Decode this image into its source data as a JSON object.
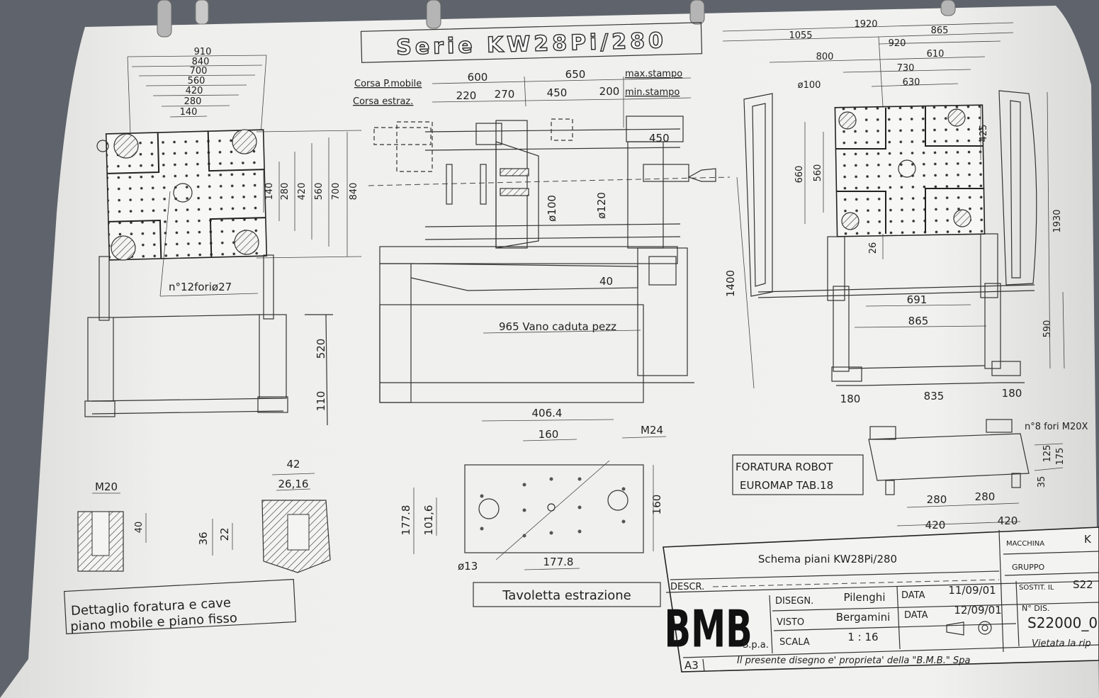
{
  "title_banner": "Serie  KW28Pi/280",
  "front_view": {
    "widths": [
      "910",
      "840",
      "700",
      "560",
      "420",
      "280",
      "140"
    ],
    "heights": [
      "140",
      "280",
      "420",
      "560",
      "700",
      "840"
    ],
    "holes_note": "n°12foriø27",
    "leg_height": "520",
    "foot_height": "110"
  },
  "side_view": {
    "label_corsa_mobile": "Corsa P.mobile",
    "label_corsa_estraz": "Corsa estraz.",
    "dim_600": "600",
    "dim_650": "650",
    "max_stampo": "max.stampo",
    "dim_220": "220",
    "dim_270": "270",
    "dim_450": "450",
    "dim_200": "200",
    "min_stampo": "min.stampo",
    "dim_450_head": "450",
    "dia_100": "ø100",
    "dia_120": "ø120",
    "dim_40": "40",
    "vano": "965  Vano caduta pezz",
    "height_1400": "1400"
  },
  "top_right": {
    "d1920": "1920",
    "d1055": "1055",
    "d865": "865",
    "d920": "920",
    "d800": "800",
    "d610": "610",
    "d730": "730",
    "d630": "630",
    "dia100": "ø100",
    "d425": "425",
    "d660": "660",
    "d560": "560",
    "d26": "26",
    "d1930": "1930",
    "d691": "691",
    "d865b": "865",
    "d590": "590",
    "d180a": "180",
    "d835": "835",
    "d180b": "180"
  },
  "robot": {
    "label_line1": "FORATURA ROBOT",
    "label_line2": "EUROMAP TAB.18",
    "holes": "n°8 fori M20X",
    "d280a": "280",
    "d280b": "280",
    "d420a": "420",
    "d420b": "420",
    "d175": "175",
    "d125": "125",
    "d35": "35"
  },
  "detail": {
    "m20": "M20",
    "d40": "40",
    "d42": "42",
    "d2616": "26,16",
    "d36": "36",
    "d22": "22",
    "caption_line1": "Dettaglio foratura e cave",
    "caption_line2": "piano mobile e piano fisso"
  },
  "ejector_plate": {
    "d4064": "406.4",
    "d160": "160",
    "m24": "M24",
    "d1778v": "177.8",
    "d1016": "101,6",
    "d160v": "160",
    "dia13": "ø13",
    "d1778h": "177.8",
    "caption": "Tavoletta estrazione"
  },
  "title_block": {
    "descr_title": "Schema piani KW28Pi/280",
    "descr_label": "DESCR.",
    "logo": "BMB",
    "spa": "S.p.a.",
    "disegn_label": "DISEGN.",
    "disegn_name": "Pilenghi",
    "data_label1": "DATA",
    "date1": "11/09/01",
    "visto_label": "VISTO",
    "visto_name": "Bergamini",
    "data_label2": "DATA",
    "date2": "12/09/01",
    "scala_label": "SCALA",
    "scala_value": "1 : 16",
    "macchina_label": "MACCHINA",
    "macchina_value": "K",
    "gruppo_label": "GRUPPO",
    "sostit_label": "SOSTIT. IL",
    "sostit_value": "S22",
    "ndis_label": "N° DIS.",
    "ndis_value": "S22000_0",
    "format": "A3",
    "footer": "Il presente disegno e' proprieta' della \"B.M.B.\" Spa",
    "footer_right": "Vietata la rip"
  },
  "colors": {
    "paper": "#efefed",
    "ink": "#222222",
    "backdrop": "#6b7078"
  }
}
